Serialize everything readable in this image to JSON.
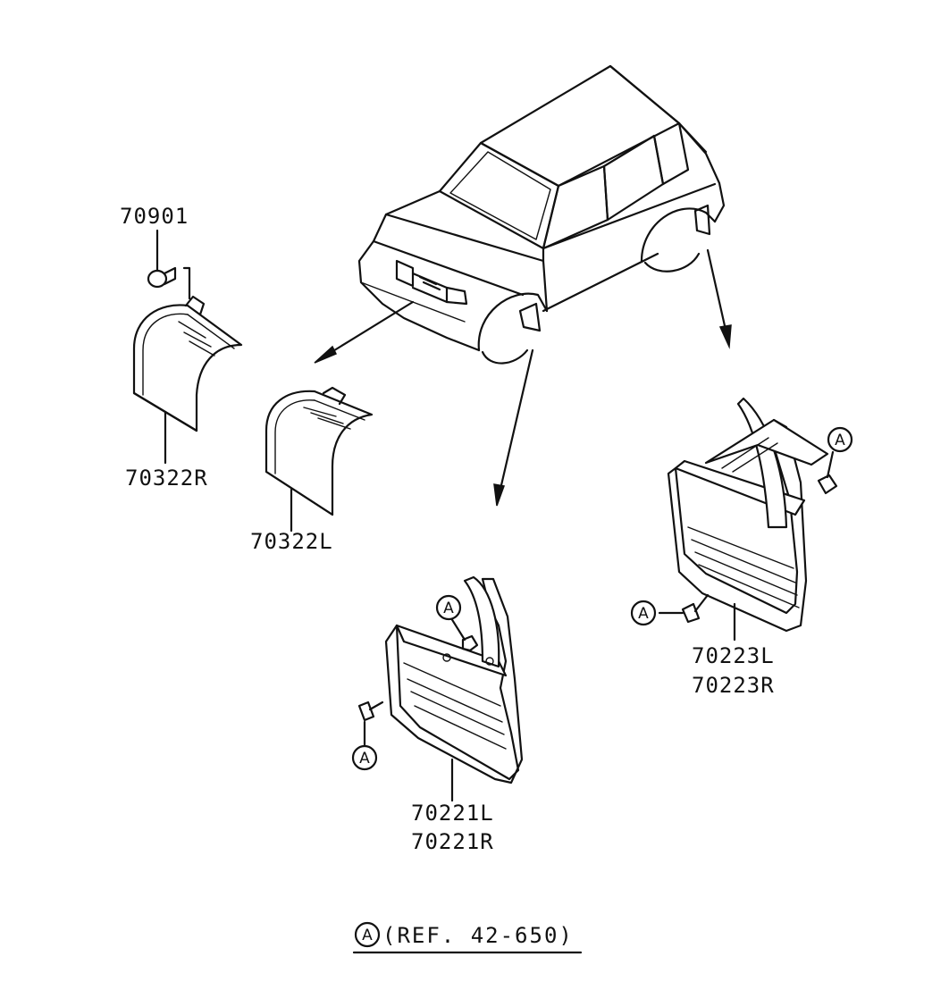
{
  "parts": {
    "p70901": "70901",
    "p70322R": "70322R",
    "p70322L": "70322L",
    "p70221L": "70221L",
    "p70221R": "70221R",
    "p70223L": "70223L",
    "p70223R": "70223R"
  },
  "callout_letter": "A",
  "footnote": {
    "letter": "A",
    "text": "(REF. 42-650)"
  }
}
